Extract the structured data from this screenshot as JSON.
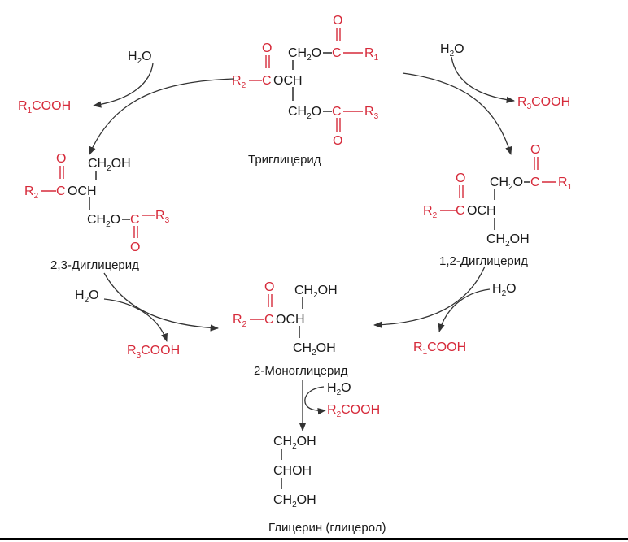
{
  "labels": {
    "triglyceride": "Триглицерид",
    "dg23": "2,3-Диглицерид",
    "dg12": "1,2-Диглицерид",
    "mg2": "2-Моноглицерид",
    "glycerol": "Глицерин (глицерол)"
  },
  "reagents": {
    "water": "H2O",
    "r1cooh": "R1COOH",
    "r2cooh": "R2COOH",
    "r3cooh": "R3COOH"
  },
  "atoms": {
    "O": "O",
    "C": "C",
    "R1": "R1",
    "R2": "R2",
    "R3": "R3",
    "ch2o": "CH2O",
    "och": "OCH",
    "ch2oh": "CH2OH",
    "choh": "CHOH"
  },
  "colors": {
    "acyl_red": "#d62a3a",
    "text_black": "#1a1a1a",
    "arrow": "#333333"
  }
}
